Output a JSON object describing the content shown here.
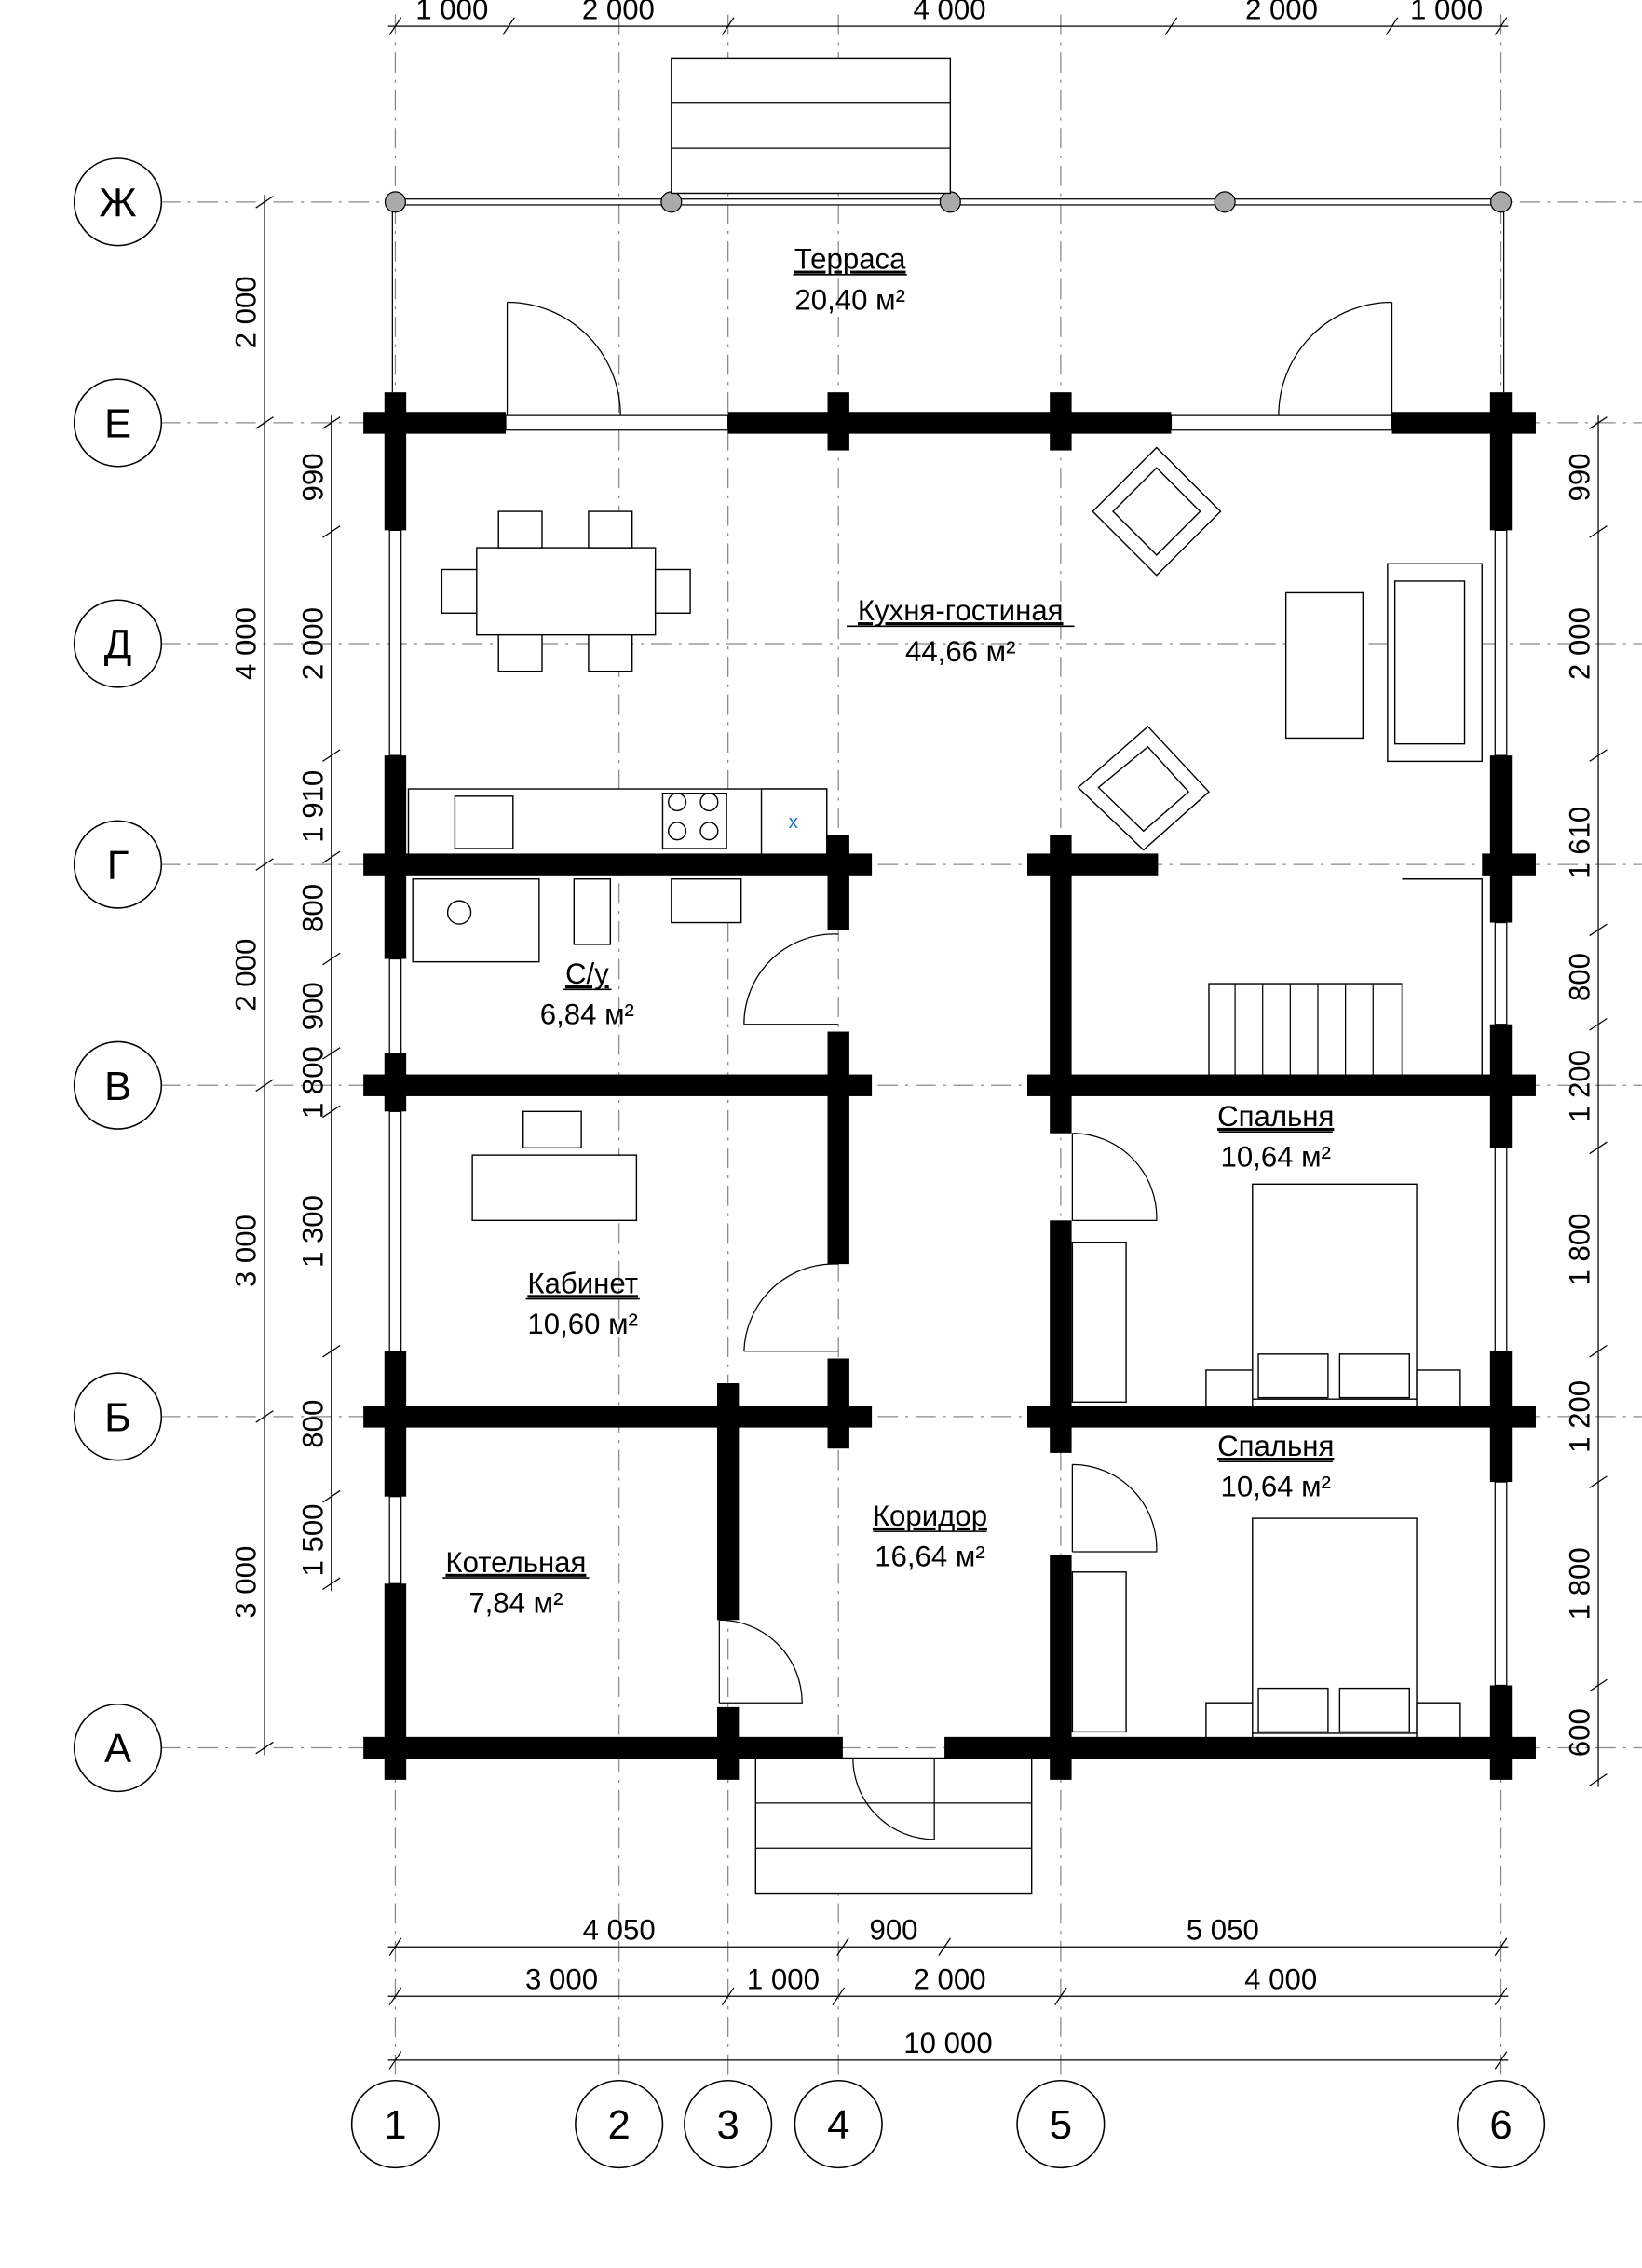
{
  "axes": {
    "columns": [
      "1",
      "2",
      "3",
      "4",
      "5",
      "6"
    ],
    "rows": [
      "Ж",
      "Е",
      "Д",
      "Г",
      "В",
      "Б",
      "А"
    ]
  },
  "rooms": [
    {
      "name": "Терраса",
      "area": "20,40 м²"
    },
    {
      "name": "Кухня-гостиная",
      "area": "44,66 м²"
    },
    {
      "name": "С/у",
      "area": "6,84 м²"
    },
    {
      "name": "Кабинет",
      "area": "10,60 м²"
    },
    {
      "name": "Котельная",
      "area": "7,84 м²"
    },
    {
      "name": "Коридор",
      "area": "16,64 м²"
    },
    {
      "name": "Спальня",
      "area": "10,64 м²"
    },
    {
      "name": "Спальня",
      "area": "10,64 м²"
    }
  ],
  "dimensions": {
    "top": [
      "1 000",
      "2 000",
      "4 000",
      "2 000",
      "1 000"
    ],
    "left_outer": [
      "2 000",
      "4 000",
      "2 000",
      "3 000",
      "3 000"
    ],
    "left_inner": [
      "990",
      "2 000",
      "1 910",
      "800",
      "900",
      "1 800",
      "1 300",
      "800",
      "1 500"
    ],
    "right": [
      "990",
      "2 000",
      "1 610",
      "800",
      "1 200",
      "1 800",
      "1 200",
      "1 800",
      "600"
    ],
    "bottom_row1": [
      "4 050",
      "900",
      "5 050"
    ],
    "bottom_row2": [
      "3 000",
      "1 000",
      "2 000",
      "4 000"
    ],
    "bottom_total": "10 000"
  },
  "sink_mark": "x"
}
